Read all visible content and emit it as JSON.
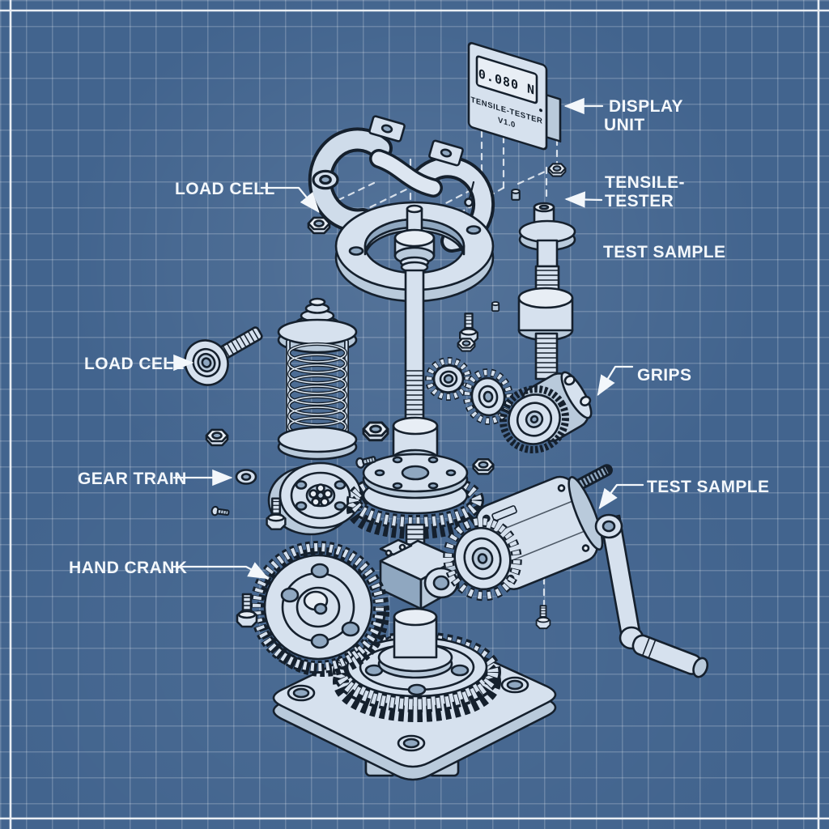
{
  "document": {
    "kind": "blueprint exploded-view diagram",
    "subject": "Hand-crank tensile tester"
  },
  "colors": {
    "background": "#42648e",
    "grid_line": "#5d7ea6",
    "frame": "#f2f6fa",
    "part_fill": "#d6e1ee",
    "part_shade": "#b9cadb",
    "outline": "#15202d",
    "label_text": "#f3f7fb"
  },
  "display_unit": {
    "reading": "0.080 N",
    "name_line1": "TENSILE-TESTER",
    "name_line2": "V1.0"
  },
  "labels": [
    {
      "id": "display-unit",
      "line1": "DISPLAY",
      "line2": "UNIT"
    },
    {
      "id": "tensile-tester",
      "line1": "TENSILE-",
      "line2": "TESTER"
    },
    {
      "id": "test-sample-upper",
      "line1": "TEST SAMPLE"
    },
    {
      "id": "grips",
      "line1": "GRIPS"
    },
    {
      "id": "test-sample-lower",
      "line1": "TEST SAMPLE"
    },
    {
      "id": "load-cell-upper",
      "line1": "LOAD CELL"
    },
    {
      "id": "load-cell-left",
      "line1": "LOAD CELL"
    },
    {
      "id": "gear-train",
      "line1": "GEAR TRAIN"
    },
    {
      "id": "hand-crank",
      "line1": "HAND CRANK"
    }
  ]
}
